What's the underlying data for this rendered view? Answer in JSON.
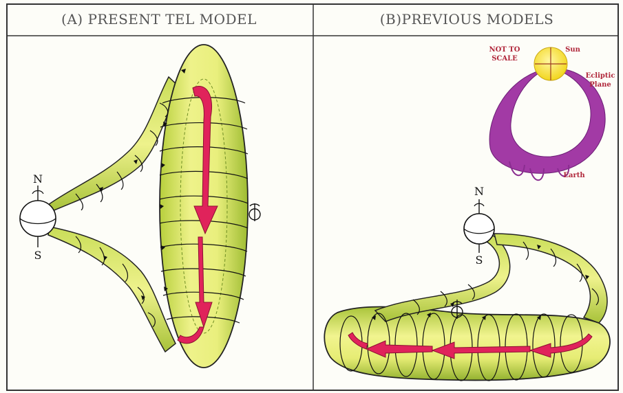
{
  "panel_a": {
    "title": "(A)  PRESENT TEL MODEL",
    "north_label": "N",
    "south_label": "S"
  },
  "panel_b": {
    "title": "(B)PREVIOUS MODELS",
    "north_label": "N",
    "south_label": "S",
    "inset": {
      "note_line1": "NOT TO",
      "note_line2": "SCALE",
      "sun_label": "Sun",
      "plane_line1": "Ecliptic",
      "plane_line2": "Plane",
      "earth_label": "Earth"
    }
  },
  "colors": {
    "tube_fill": "#d8e65a",
    "tube_shade": "#8fb32e",
    "current_arrow": "#e0235b",
    "inset_loop": "#a23aa5",
    "inset_text": "#b0263a",
    "sun_fill": "#f7e33c",
    "frame": "#333333"
  }
}
